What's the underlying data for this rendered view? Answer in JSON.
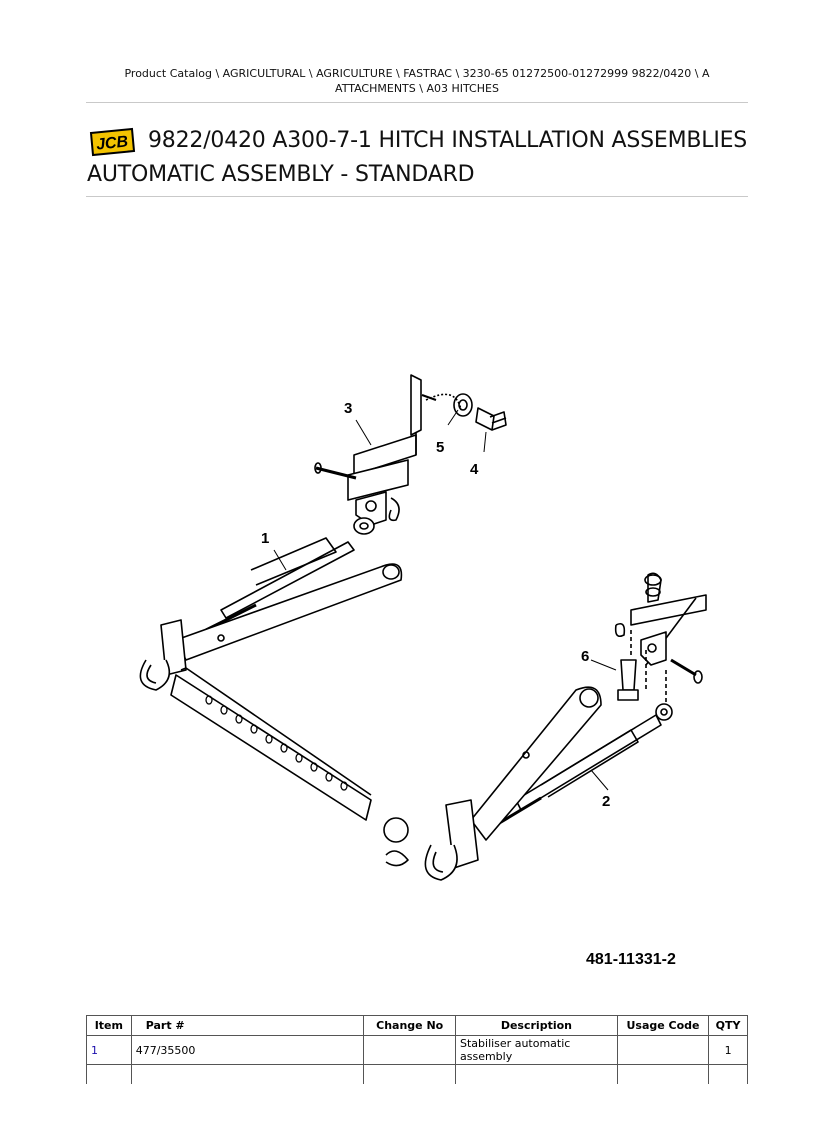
{
  "breadcrumb": {
    "line1": "Product Catalog  \\  AGRICULTURAL  \\  AGRICULTURE  \\  FASTRAC  \\  3230-65 01272500-01272999 9822/0420  \\  A",
    "line2": "ATTACHMENTS  \\  A03 HITCHES"
  },
  "logo": {
    "text": "JCB",
    "icon": "jcb-logo"
  },
  "title": {
    "line1": "9822/0420 A300-7-1 HITCH INSTALLATION ASSEMBLIES",
    "line2": "AUTOMATIC ASSEMBLY - STANDARD"
  },
  "diagram": {
    "callouts": [
      "1",
      "2",
      "3",
      "4",
      "5",
      "6"
    ],
    "reference": "481-11331-2"
  },
  "table": {
    "headers": [
      "Item",
      "Part #",
      "Change No",
      "Description",
      "Usage Code",
      "QTY"
    ],
    "rows": [
      {
        "item": "1",
        "part": "477/35500",
        "change": "",
        "description": "Stabiliser automatic assembly",
        "usage": "",
        "qty": "1"
      }
    ]
  }
}
